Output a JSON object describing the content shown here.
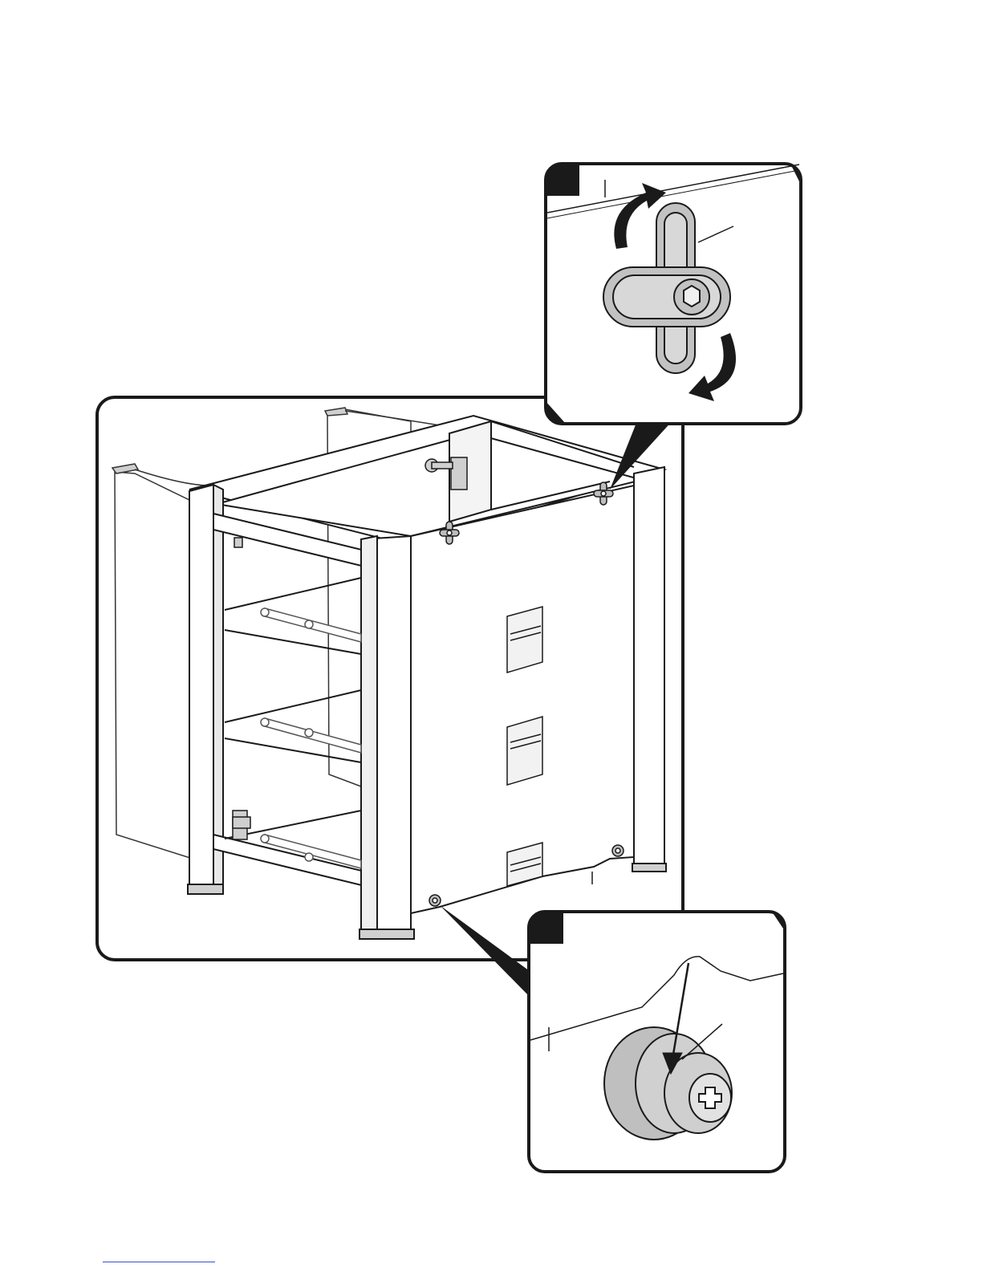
{
  "figure": {
    "main_view": "cabinet-assembly",
    "callouts": [
      "top-callout",
      "bottom-callout"
    ],
    "link_text": ""
  },
  "colors": {
    "stroke": "#1a1a1a",
    "part_gray": "#c8c8c8",
    "part_light": "#dcdcdc",
    "dark": "#1a1a1a",
    "link": "#3b4dd6"
  },
  "icons": {
    "rotate": "curved-arrow-icon",
    "fastener": "cross-knob-icon",
    "screw": "phillips-screw-icon"
  }
}
